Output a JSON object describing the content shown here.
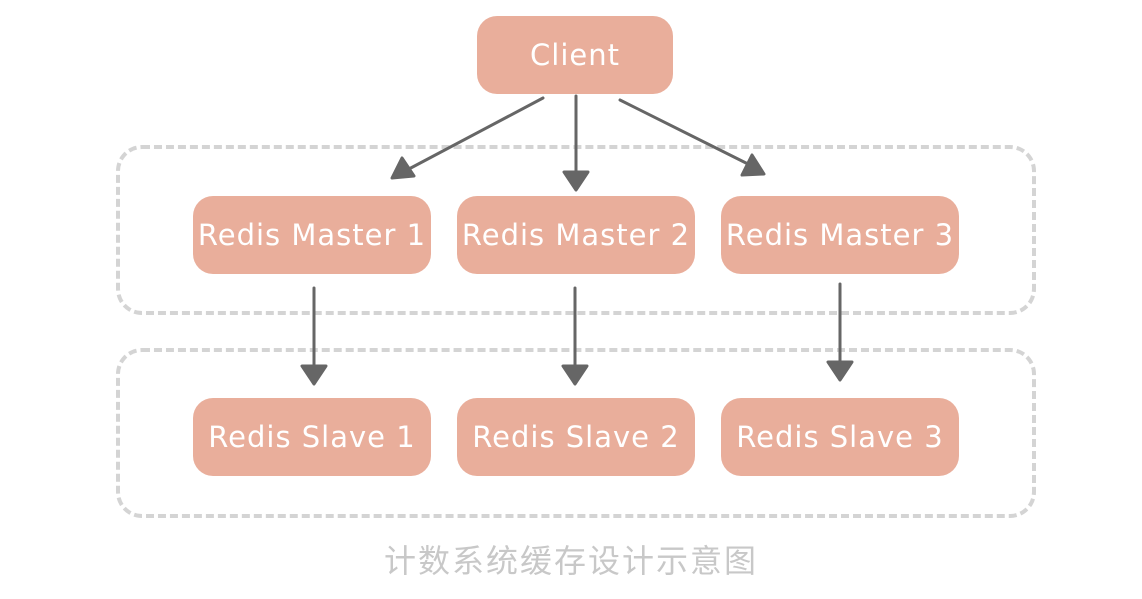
{
  "diagram": {
    "nodes": {
      "client": "Client",
      "master_1": "Redis Master 1",
      "master_2": "Redis Master 2",
      "master_3": "Redis Master 3",
      "slave_1": "Redis Slave 1",
      "slave_2": "Redis Slave 2",
      "slave_3": "Redis Slave 3"
    },
    "edges": [
      {
        "from": "client",
        "to": "master_1"
      },
      {
        "from": "client",
        "to": "master_2"
      },
      {
        "from": "client",
        "to": "master_3"
      },
      {
        "from": "master_1",
        "to": "slave_1"
      },
      {
        "from": "master_2",
        "to": "slave_2"
      },
      {
        "from": "master_3",
        "to": "slave_3"
      }
    ],
    "caption": "计数系统缓存设计示意图"
  },
  "colors": {
    "node_fill": "#e9ae9b",
    "node_text": "#ffffff",
    "arrow": "#666666",
    "group_border": "#d4d4d4",
    "caption": "#c8c8c8"
  }
}
